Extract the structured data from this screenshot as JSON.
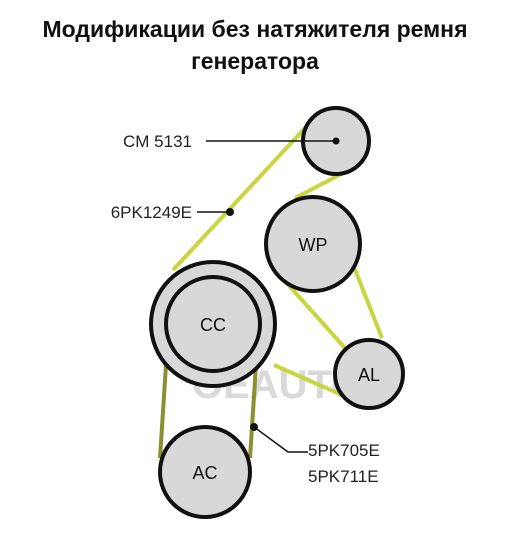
{
  "title": {
    "line1": "Модификации без натяжителя ремня",
    "line2": "генератора"
  },
  "pulleys": {
    "wp": "WP",
    "cc": "CC",
    "al": "AL",
    "ac": "AC"
  },
  "labels": {
    "cm": "CM 5131",
    "belt_main": "6PK1249E",
    "belt_ac_1": "5PK705E",
    "belt_ac_2": "5PK711E"
  },
  "watermark": "OEAUTO",
  "colors": {
    "belt_main": "#c9d53f",
    "belt_ac": "#8c8f2f",
    "pulley_fill": "#d8d8d8",
    "outline": "#111111"
  }
}
